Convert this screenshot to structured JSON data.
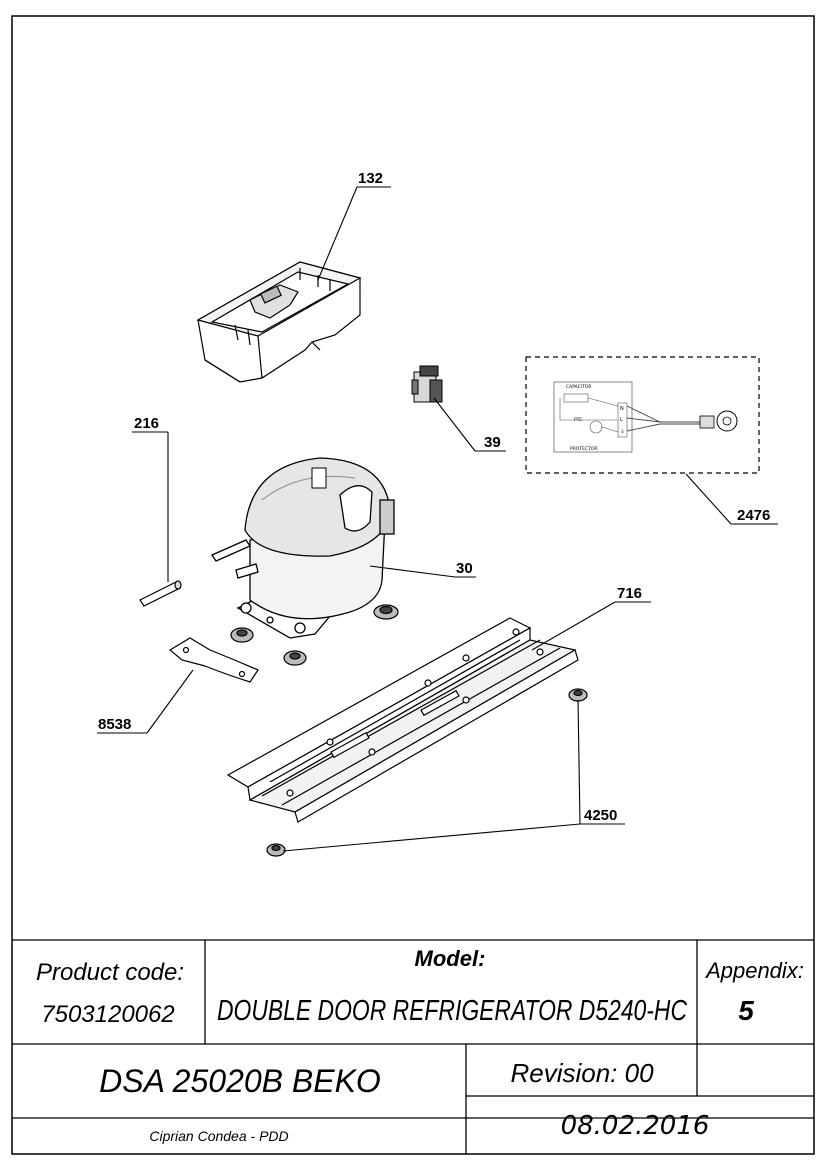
{
  "drawing": {
    "callouts": [
      {
        "id": "132",
        "label": "132"
      },
      {
        "id": "216",
        "label": "216"
      },
      {
        "id": "39",
        "label": "39"
      },
      {
        "id": "2476",
        "label": "2476"
      },
      {
        "id": "30",
        "label": "30"
      },
      {
        "id": "716",
        "label": "716"
      },
      {
        "id": "8538",
        "label": "8538"
      },
      {
        "id": "4250",
        "label": "4250"
      }
    ],
    "wiring_labels": {
      "capacitor": "CAPACITOR",
      "ptc": "PTC",
      "protector": "PROTECTOR",
      "terminal_n": "N",
      "terminal_l": "L",
      "terminal_e": "⏚"
    }
  },
  "title_block": {
    "product_code_label": "Product code:",
    "product_code_value": "7503120062",
    "model_label": "Model:",
    "model_value": "DOUBLE DOOR REFRIGERATOR D5240-HC",
    "appendix_label": "Appendix:",
    "appendix_value": "5",
    "part_name": "DSA 25020B BEKO",
    "revision": "Revision: 00",
    "author": "Ciprian Condea - PDD",
    "date": "08.02.2016"
  }
}
